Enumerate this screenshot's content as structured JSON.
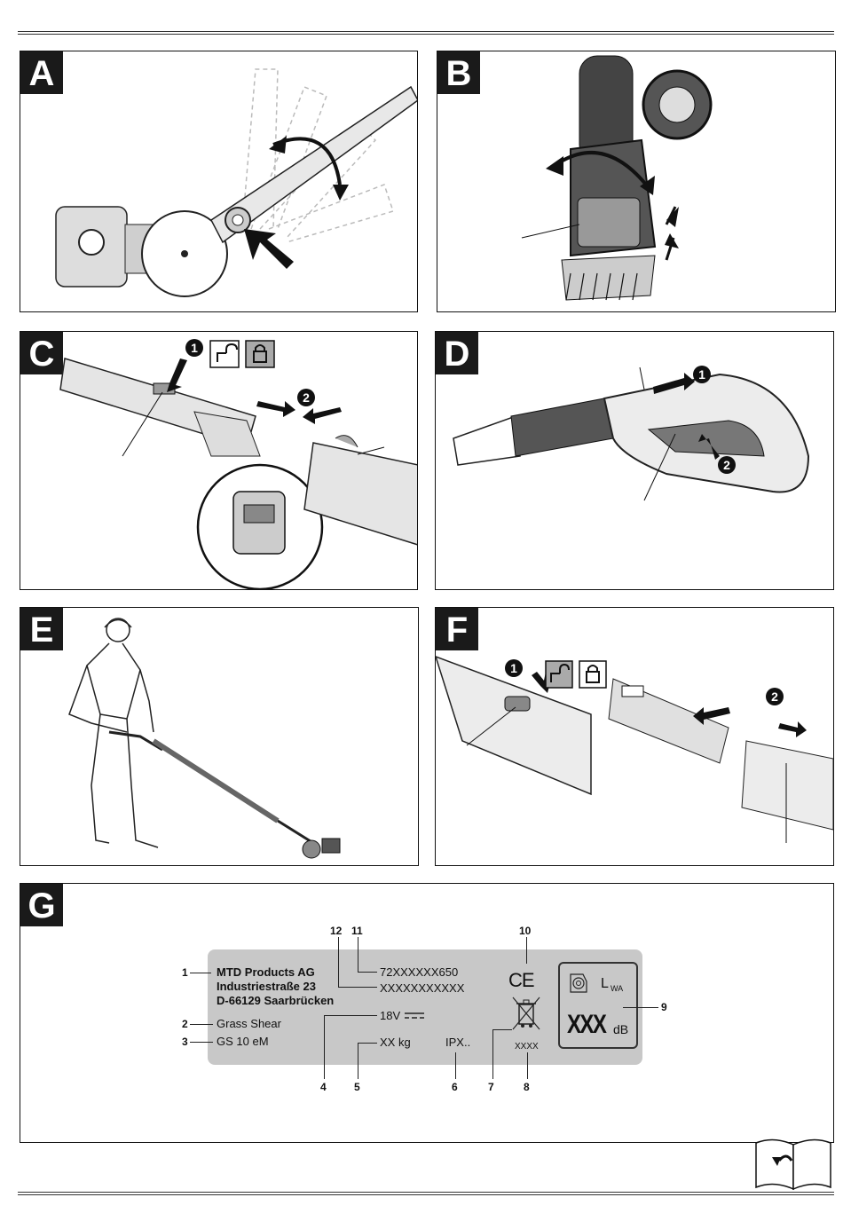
{
  "panels": {
    "A": "A",
    "B": "B",
    "C": "C",
    "D": "D",
    "E": "E",
    "F": "F",
    "G": "G"
  },
  "steps": {
    "one": "1",
    "two": "2"
  },
  "label_plate": {
    "manufacturer": "MTD Products AG",
    "street": "Industriestraße 23",
    "city": "D-66129 Saarbrücken",
    "product_name": "Grass Shear",
    "model": "GS 10 eM",
    "part_number": "72XXXXXX650",
    "serial_number": "XXXXXXXXXXX",
    "voltage": "18V",
    "weight": "XX kg",
    "ip_rating": "IPX..",
    "ce_mark": "CE",
    "weee_code": "XXXX",
    "sound_label_main": "L",
    "sound_label_sub": "WA",
    "sound_value": "XXX",
    "sound_unit": "dB"
  },
  "callouts": [
    "1",
    "2",
    "3",
    "4",
    "5",
    "6",
    "7",
    "8",
    "9",
    "10",
    "11",
    "12"
  ],
  "icons": [
    "unlock-icon",
    "lock-icon",
    "arrow-icon",
    "rotate-arrow-icon",
    "weee-bin-icon",
    "ear-icon",
    "manual-book-icon"
  ]
}
